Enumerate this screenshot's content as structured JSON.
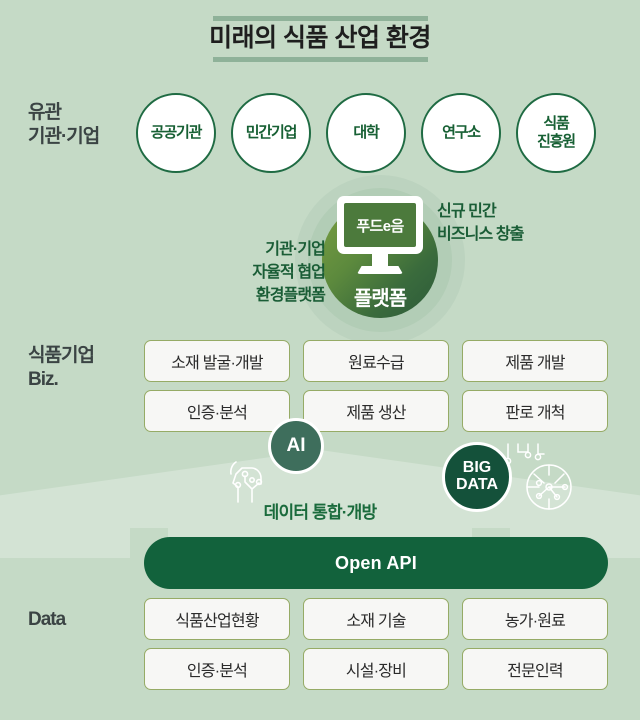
{
  "header": {
    "title": "미래의 식품 산업 환경"
  },
  "rows": {
    "organizations_label": "유관\n기관·기업",
    "business_label": "식품기업\nBiz.",
    "data_label": "Data"
  },
  "organizations": {
    "items": [
      {
        "label": "공공기관"
      },
      {
        "label": "민간기업"
      },
      {
        "label": "대학"
      },
      {
        "label": "연구소"
      },
      {
        "label": "식품\n진흥원"
      }
    ]
  },
  "platform": {
    "monitor_label": "푸드e음",
    "caption": "플랫폼",
    "annotation_left": "기관·기업\n자율적 협업\n환경플랫폼",
    "annotation_right": "신규 민간\n비즈니스 창출"
  },
  "business_boxes": [
    {
      "label": "소재 발굴·개발"
    },
    {
      "label": "원료수급"
    },
    {
      "label": "제품 개발"
    },
    {
      "label": "인증·분석"
    },
    {
      "label": "제품 생산"
    },
    {
      "label": "판로 개척"
    }
  ],
  "technology": {
    "ai_label": "AI",
    "bigdata_label": "BIG\nDATA",
    "roof_caption": "데이터 통합·개방"
  },
  "open_api": {
    "label": "Open API"
  },
  "data_boxes": [
    {
      "label": "식품산업현황"
    },
    {
      "label": "소재 기술"
    },
    {
      "label": "농가·원료"
    },
    {
      "label": "인증·분석"
    },
    {
      "label": "시설·장비"
    },
    {
      "label": "전문인력"
    }
  ],
  "icons": {
    "ai_head": "ai-head-circuit-icon",
    "network_globe": "network-globe-icon",
    "circuit_trace": "circuit-trace-icon",
    "monitor": "monitor-icon"
  },
  "colors": {
    "background": "#c5dac6",
    "dark_green": "#12623c",
    "deep_green": "#14513a",
    "mid_green": "#3e6e5c",
    "olive": "#7a9e43",
    "accent_text": "#1a5d36",
    "box_border": "#96ab66",
    "roof": "#d3e3d4",
    "title_rule": "#8fb299"
  }
}
